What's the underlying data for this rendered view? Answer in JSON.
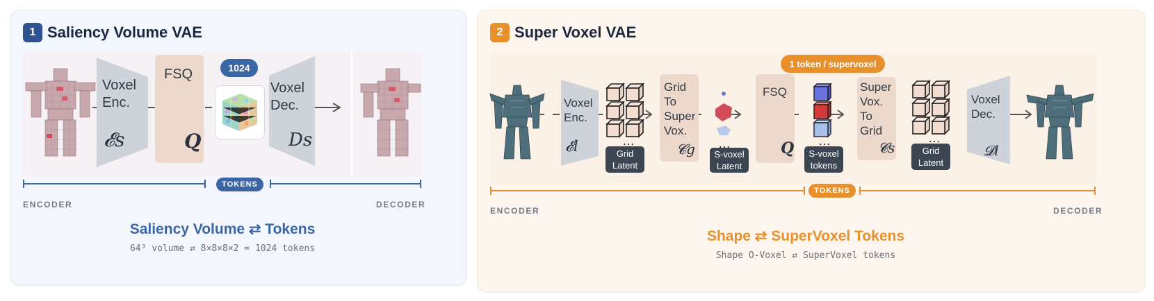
{
  "colors": {
    "blue_accent": "#3a66a6",
    "orange_accent": "#e8912c",
    "encoder_shape": "#cdd3d9",
    "fsq_box": "#ecd9cc",
    "dark_chip": "#3b4652"
  },
  "panel1": {
    "number": "1",
    "title": "Saliency Volume VAE",
    "encoder": {
      "line1": "Voxel",
      "line2": "Enc.",
      "symbol": "𝓔s"
    },
    "fsq": {
      "label": "FSQ",
      "symbol": "Q"
    },
    "token_count_badge": "1024",
    "decoder": {
      "line1": "Voxel",
      "line2": "Dec.",
      "symbol": "Ds"
    },
    "tokens_chip": "TOKENS",
    "encoder_caption": "ENCODER",
    "decoder_caption": "DECODER",
    "subtitle": "Saliency Volume ⇄ Tokens",
    "formula": "64³ volume ⇄ 8×8×8×2 = 1024 tokens"
  },
  "panel2": {
    "number": "2",
    "title": "Super Voxel VAE",
    "token_badge": "1 token / supervoxel",
    "encoder": {
      "line1": "Voxel",
      "line2": "Enc.",
      "symbol": "𝓔l"
    },
    "grid_latent": {
      "line1": "Grid",
      "line2": "Latent"
    },
    "grid_to_super": {
      "line1": "Grid",
      "line2": "To",
      "line3": "Super",
      "line4": "Vox.",
      "symbol": "𝓒g"
    },
    "svoxel_latent": {
      "line1": "S-voxel",
      "line2": "Latent"
    },
    "fsq": {
      "label": "FSQ",
      "symbol": "Q"
    },
    "svoxel_tokens": {
      "line1": "S-voxel",
      "line2": "tokens"
    },
    "super_to_grid": {
      "line1": "Super",
      "line2": "Vox.",
      "line3": "To",
      "line4": "Grid",
      "symbol": "𝓒s"
    },
    "grid_latent2": {
      "line1": "Grid",
      "line2": "Latent"
    },
    "decoder": {
      "line1": "Voxel",
      "line2": "Dec.",
      "symbol": "𝓓l"
    },
    "ellipsis": "…",
    "tokens_chip": "TOKENS",
    "encoder_caption": "ENCODER",
    "decoder_caption": "DECODER",
    "subtitle": "Shape ⇄ SuperVoxel Tokens",
    "formula": "Shape O-Voxel ⇄ SuperVoxel tokens"
  }
}
